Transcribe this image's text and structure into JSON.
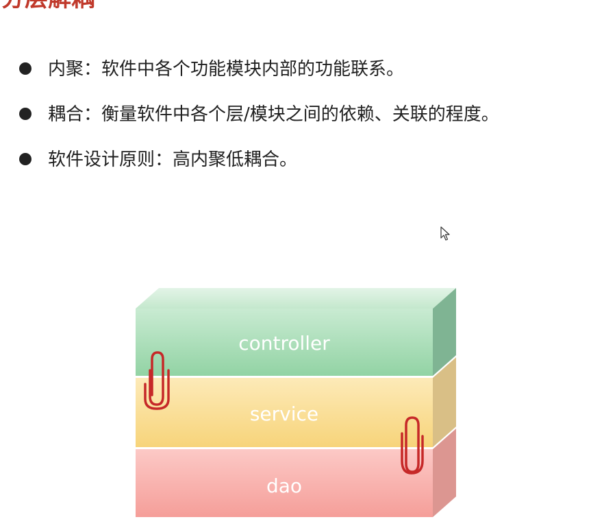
{
  "title": "分层解耦",
  "bullets": [
    {
      "text": "内聚：软件中各个功能模块内部的功能联系。"
    },
    {
      "text": "耦合：衡量软件中各个层/模块之间的依赖、关联的程度。"
    },
    {
      "text": "软件设计原则：高内聚低耦合。"
    }
  ],
  "diagram": {
    "layers": [
      {
        "label": "controller",
        "color": "#a6ddb6"
      },
      {
        "label": "service",
        "color": "#f8dd92"
      },
      {
        "label": "dao",
        "color": "#f6aaa6"
      }
    ],
    "clip_color": "#c62828"
  }
}
